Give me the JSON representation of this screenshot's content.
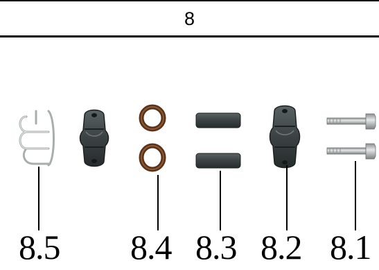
{
  "header": {
    "title": "8"
  },
  "parts": [
    {
      "label": "8.5",
      "icon": "spring-clip-icon"
    },
    {
      "label": "8.4",
      "icon": "o-ring-icon"
    },
    {
      "label": "8.3",
      "icon": "sleeve-icon"
    },
    {
      "label": "8.2",
      "icon": "clamp-bracket-icon"
    },
    {
      "label": "8.1",
      "icon": "bolt-icon"
    }
  ],
  "colors": {
    "rubber": "#3c4244",
    "ring": "#6b3f24",
    "metal": "#b9bcbc",
    "line": "#000000"
  }
}
